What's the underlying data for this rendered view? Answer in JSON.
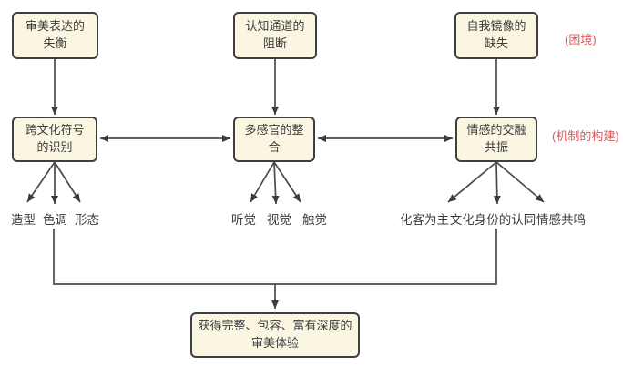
{
  "diagram": {
    "boxes": {
      "top": [
        {
          "text": "审美表达的\n失衡"
        },
        {
          "text": "认知通道的\n阻断"
        },
        {
          "text": "自我镜像的\n缺失"
        }
      ],
      "middle": [
        {
          "text": "跨文化符号\n的识别"
        },
        {
          "text": "多感官的整\n合"
        },
        {
          "text": "情感的交融\n共振"
        }
      ],
      "bottom": {
        "text": "获得完整、包容、富有深度的\n审美体验"
      }
    },
    "annotations": {
      "dilemma": "(困境)",
      "mechanism": "(机制的构建)"
    },
    "leaf_labels": {
      "left": [
        "造型",
        "色调",
        "形态"
      ],
      "middle": [
        "听觉",
        "视觉",
        "触觉"
      ],
      "right": [
        "化客为主",
        "文化身份的认同",
        "情感共鸣"
      ]
    },
    "colors": {
      "box_fill": "#faf6e2",
      "box_border": "#3f3f3f",
      "connector_line": "#4a4a4a",
      "arrowhead": "#3c3c3c",
      "annotation_red": "#e25757",
      "text": "#3c3c3c",
      "background": "#ffffff"
    }
  }
}
